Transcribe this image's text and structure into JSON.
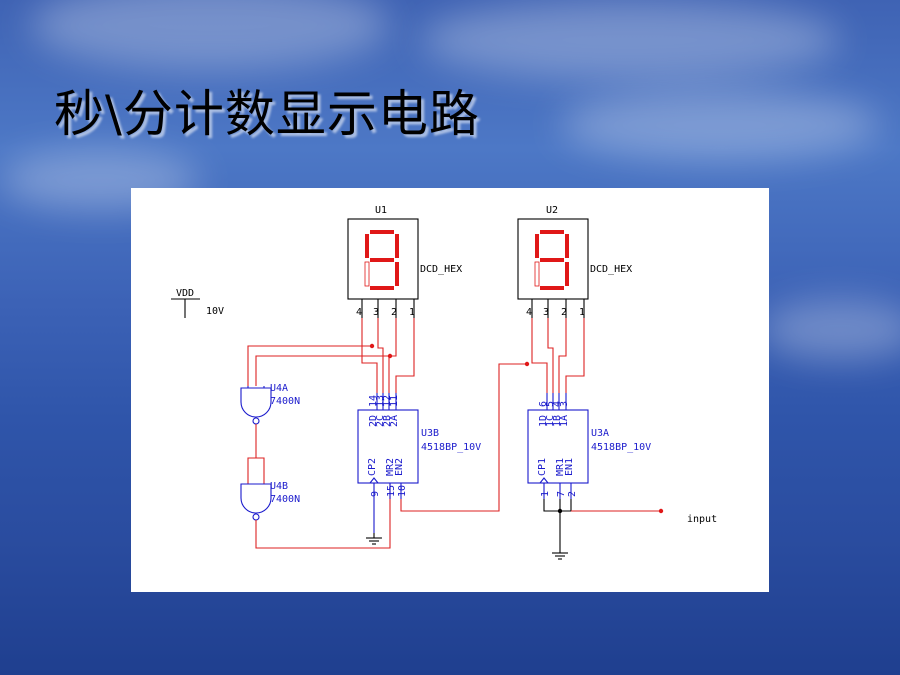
{
  "slide": {
    "title": "秒\\分计数显示电路"
  },
  "circuit": {
    "vdd": {
      "label": "VDD",
      "value": "10V"
    },
    "u1": {
      "ref": "U1",
      "part": "DCD_HEX",
      "pins": [
        "4",
        "3",
        "2",
        "1"
      ]
    },
    "u2": {
      "ref": "U2",
      "part": "DCD_HEX",
      "pins": [
        "4",
        "3",
        "2",
        "1"
      ]
    },
    "u4a": {
      "ref": "U4A",
      "part": "7400N"
    },
    "u4b": {
      "ref": "U4B",
      "part": "7400N"
    },
    "u3b": {
      "ref": "U3B",
      "part": "4518BP_10V",
      "top_pins": [
        "2D",
        "2C",
        "2B",
        "2A"
      ],
      "top_nums": [
        "14",
        "13",
        "12",
        "11"
      ],
      "bottom_pins": [
        "CP2",
        "MR2",
        "EN2"
      ],
      "bottom_nums": [
        "9",
        "15",
        "10"
      ]
    },
    "u3a": {
      "ref": "U3A",
      "part": "4518BP_10V",
      "top_pins": [
        "1D",
        "1C",
        "1B",
        "1A"
      ],
      "top_nums": [
        "6",
        "5",
        "4",
        "3"
      ],
      "bottom_pins": [
        "CP1",
        "MR1",
        "EN1"
      ],
      "bottom_nums": [
        "1",
        "7",
        "2"
      ]
    },
    "input_label": "input"
  }
}
